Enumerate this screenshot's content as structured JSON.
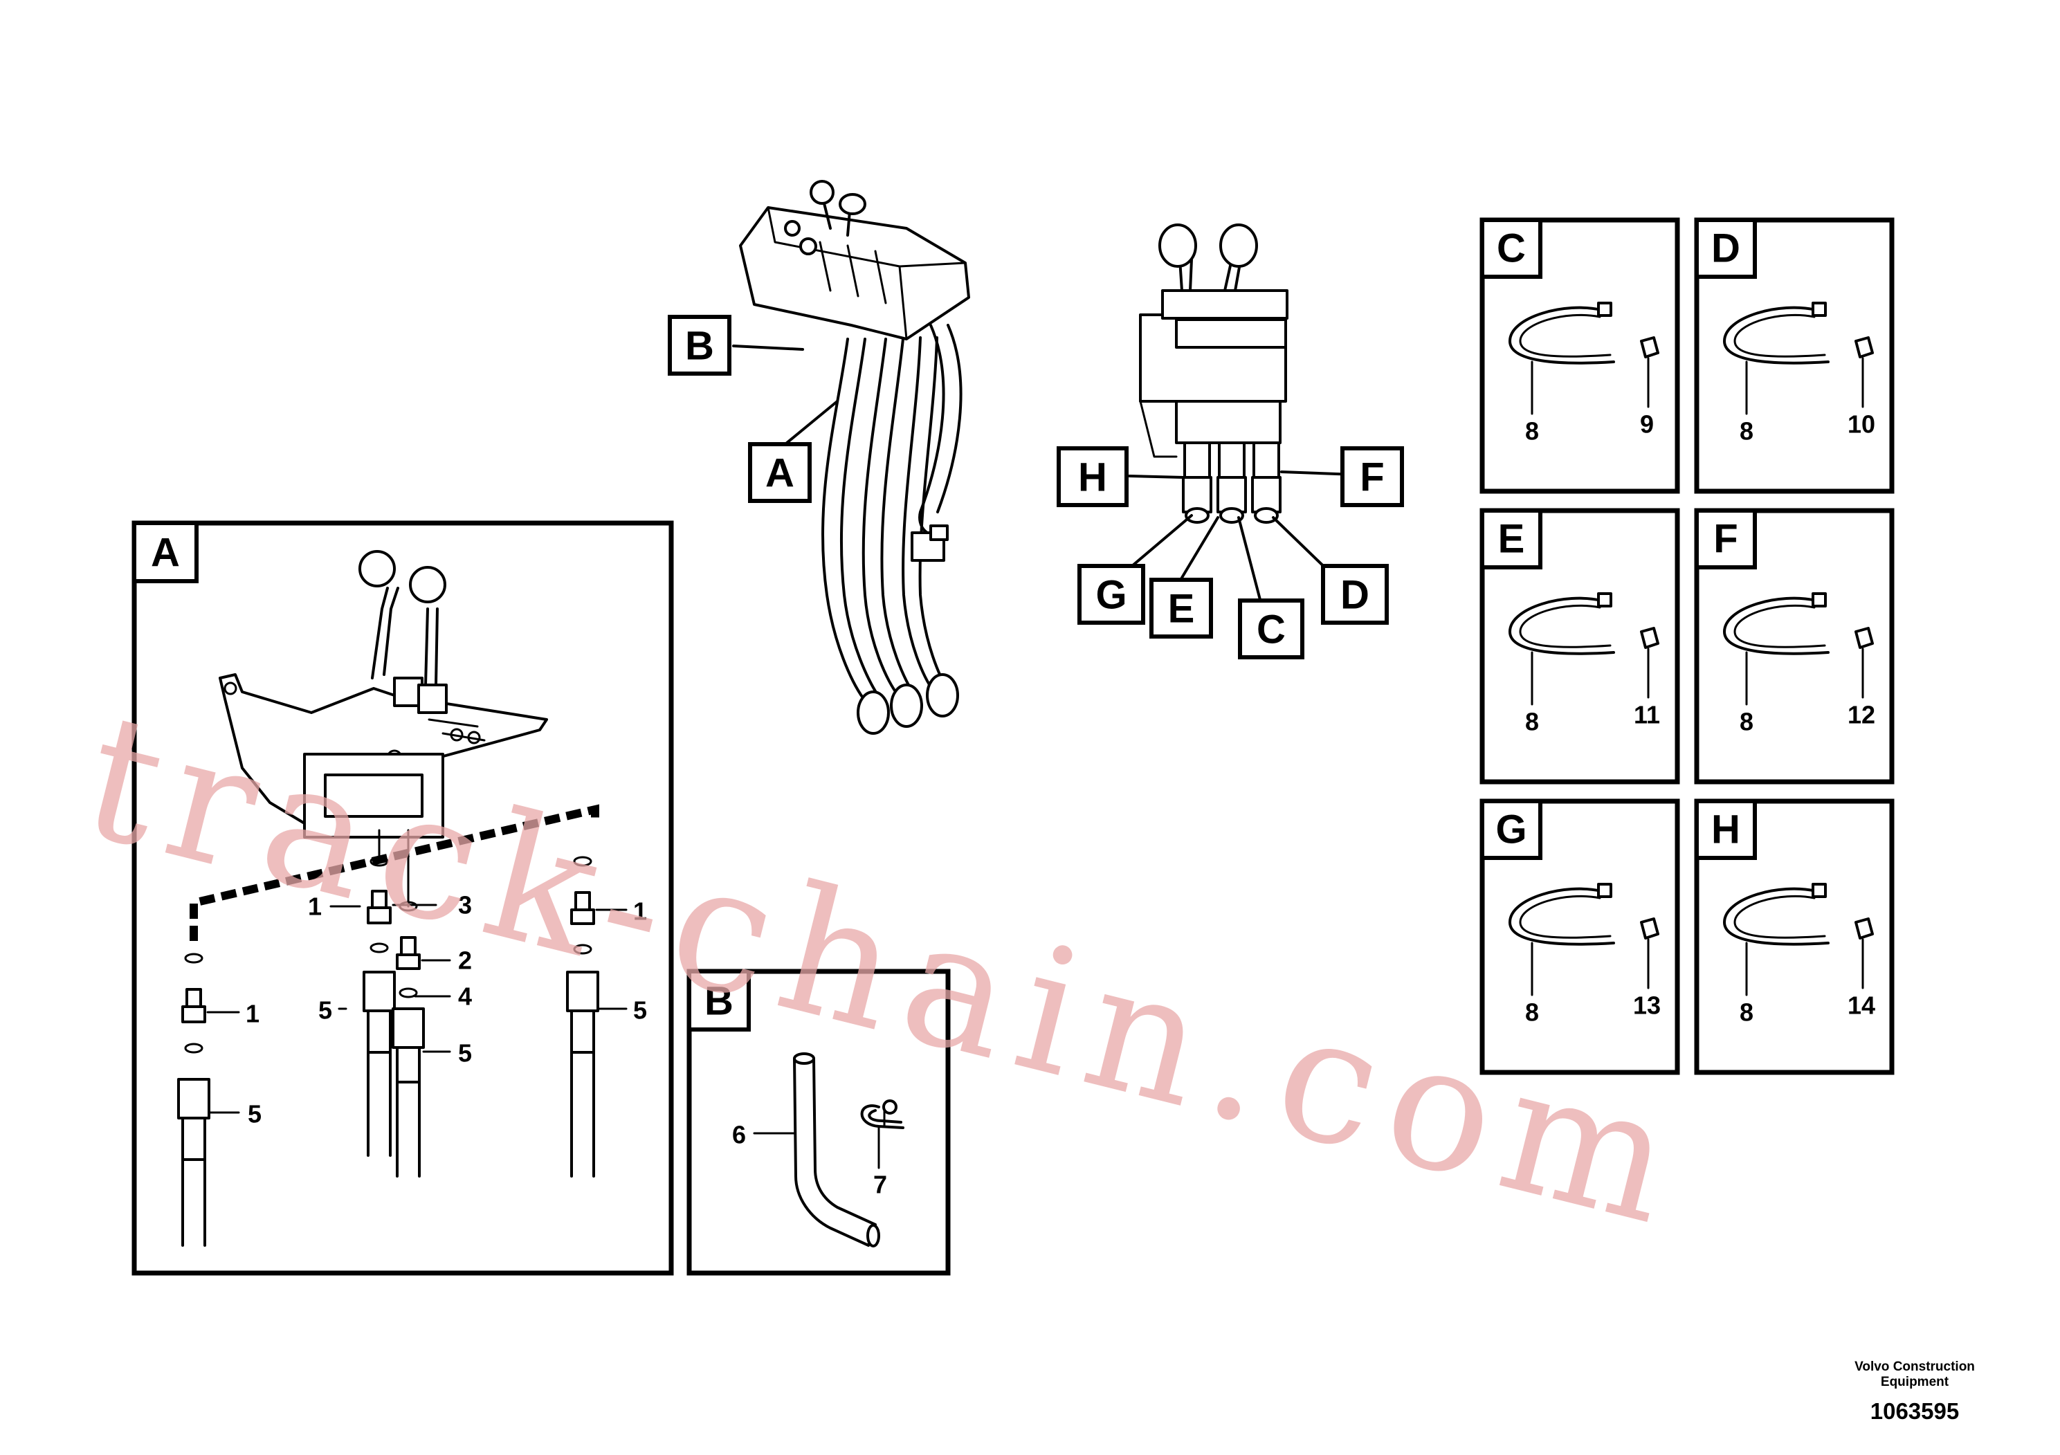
{
  "callouts": {
    "A": "A",
    "B": "B",
    "C": "C",
    "D": "D",
    "E": "E",
    "F": "F",
    "G": "G",
    "H": "H"
  },
  "detail_a": {
    "title": "A",
    "parts": [
      "1",
      "1",
      "1",
      "1",
      "2",
      "3",
      "4",
      "5",
      "5",
      "5",
      "5"
    ]
  },
  "detail_b": {
    "title": "B",
    "parts": [
      "6",
      "7"
    ]
  },
  "kits": [
    {
      "title": "C",
      "hose": "8",
      "clip": "9"
    },
    {
      "title": "D",
      "hose": "8",
      "clip": "10"
    },
    {
      "title": "E",
      "hose": "8",
      "clip": "11"
    },
    {
      "title": "F",
      "hose": "8",
      "clip": "12"
    },
    {
      "title": "G",
      "hose": "8",
      "clip": "13"
    },
    {
      "title": "H",
      "hose": "8",
      "clip": "14"
    }
  ],
  "watermark": "track-chain.com",
  "footer": {
    "org_line1": "Volvo Construction",
    "org_line2": "Equipment",
    "drawing_number": "1063595"
  }
}
